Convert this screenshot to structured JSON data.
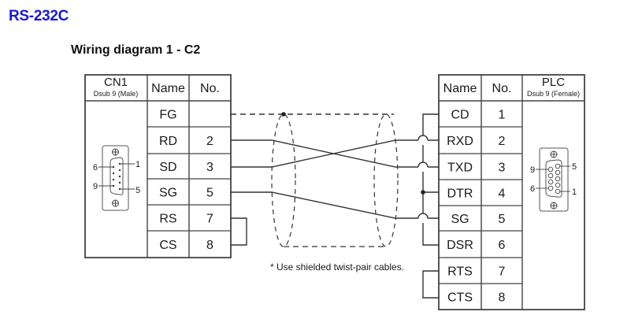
{
  "page": {
    "title": "RS-232C",
    "diagram_title": "Wiring diagram 1 - C2",
    "note": "* Use shielded twist-pair cables."
  },
  "colors": {
    "title": "#1a1acd",
    "line": "#333333",
    "text": "#1a1a1a"
  },
  "left_connector": {
    "header": "CN1",
    "subheader": "Dsub 9 (Male)",
    "col_name": "Name",
    "col_no": "No.",
    "icon": "dsub9-male-icon",
    "pin_labels": {
      "top_left": "6",
      "top_right": "1",
      "bottom_left": "9",
      "bottom_right": "5"
    },
    "rows": [
      {
        "name": "FG",
        "no": ""
      },
      {
        "name": "RD",
        "no": "2"
      },
      {
        "name": "SD",
        "no": "3"
      },
      {
        "name": "SG",
        "no": "5"
      },
      {
        "name": "RS",
        "no": "7"
      },
      {
        "name": "CS",
        "no": "8"
      }
    ]
  },
  "right_connector": {
    "header": "PLC",
    "subheader": "Dsub 9 (Female)",
    "col_name": "Name",
    "col_no": "No.",
    "icon": "dsub9-female-icon",
    "pin_labels": {
      "top_left": "9",
      "top_right": "5",
      "bottom_left": "6",
      "bottom_right": "1"
    },
    "rows": [
      {
        "name": "CD",
        "no": "1"
      },
      {
        "name": "RXD",
        "no": "2"
      },
      {
        "name": "TXD",
        "no": "3"
      },
      {
        "name": "DTR",
        "no": "4"
      },
      {
        "name": "SG",
        "no": "5"
      },
      {
        "name": "DSR",
        "no": "6"
      },
      {
        "name": "RTS",
        "no": "7"
      },
      {
        "name": "CTS",
        "no": "8"
      }
    ]
  },
  "connections": [
    {
      "from": "FG",
      "to": "shield",
      "style": "dashed"
    },
    {
      "from": "RD",
      "to": "TXD"
    },
    {
      "from": "SD",
      "to": "RXD"
    },
    {
      "from": "SG",
      "to": "SG"
    },
    {
      "from": "RS",
      "to": "CS",
      "side": "left",
      "type": "loopback"
    },
    {
      "from": "RTS",
      "to": "CTS",
      "side": "right",
      "type": "loopback"
    },
    {
      "from": "CD",
      "to": "DSR",
      "side": "right",
      "type": "jumper",
      "via": "DTR"
    }
  ]
}
